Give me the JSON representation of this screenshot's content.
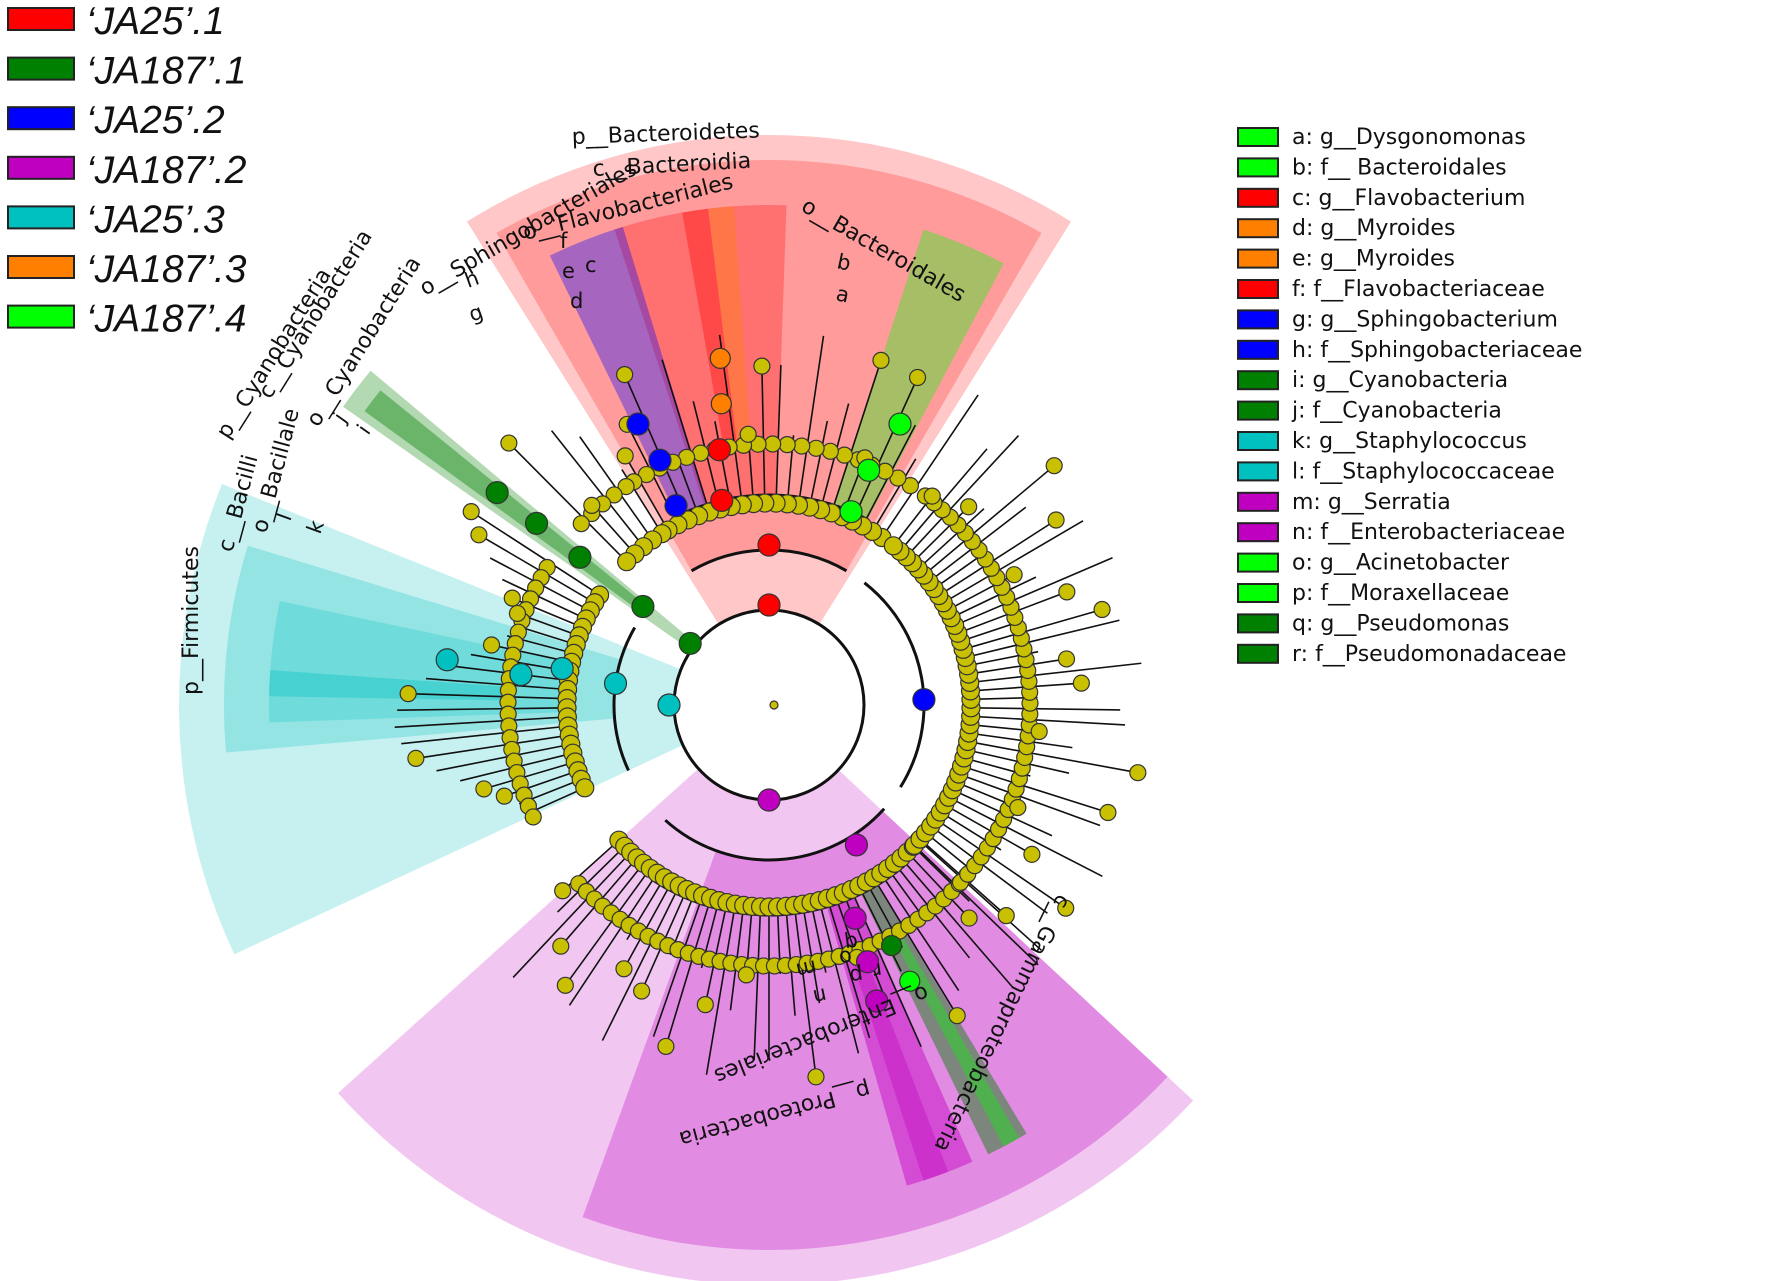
{
  "groups": [
    {
      "label": "‘JA25’.1",
      "color": "#ff0000"
    },
    {
      "label": "‘JA187’.1",
      "color": "#008000"
    },
    {
      "label": "‘JA25’.2",
      "color": "#0000ff"
    },
    {
      "label": "‘JA187’.2",
      "color": "#c000c0"
    },
    {
      "label": "‘JA25’.3",
      "color": "#00c0c0"
    },
    {
      "label": "‘JA187’.3",
      "color": "#ff8000"
    },
    {
      "label": "‘JA187’.4",
      "color": "#00ff00"
    }
  ],
  "taxa": [
    {
      "label": "a: g__Dysgonomonas",
      "color": "#00ff00"
    },
    {
      "label": "b: f__ Bacteroidales",
      "color": "#00ff00"
    },
    {
      "label": "c: g__Flavobacterium",
      "color": "#ff0000"
    },
    {
      "label": "d: g__Myroides",
      "color": "#ff8000"
    },
    {
      "label": "e: g__Myroides",
      "color": "#ff8000"
    },
    {
      "label": "f: f__Flavobacteriaceae",
      "color": "#ff0000"
    },
    {
      "label": "g: g__Sphingobacterium",
      "color": "#0000ff"
    },
    {
      "label": "h: f__Sphingobacteriaceae",
      "color": "#0000ff"
    },
    {
      "label": "i: g__Cyanobacteria",
      "color": "#008000"
    },
    {
      "label": "j: f__Cyanobacteria",
      "color": "#008000"
    },
    {
      "label": "k: g__Staphylococcus",
      "color": "#00c0c0"
    },
    {
      "label": "l: f__Staphylococcaceae",
      "color": "#00c0c0"
    },
    {
      "label": "m: g__Serratia",
      "color": "#c000c0"
    },
    {
      "label": "n: f__Enterobacteriaceae",
      "color": "#c000c0"
    },
    {
      "label": "o: g__Acinetobacter",
      "color": "#00ff00"
    },
    {
      "label": "p: f__Moraxellaceae",
      "color": "#00ff00"
    },
    {
      "label": "q: g__Pseudomonas",
      "color": "#008000"
    },
    {
      "label": "r: f__Pseudomonadaceae",
      "color": "#008000"
    }
  ],
  "clades": [
    {
      "key": "bacteroidetes",
      "text": "p__Bacteroidetes",
      "color": "#ff0000"
    },
    {
      "key": "bacteroidia",
      "text": "c__Bacteroidia",
      "color": "#ff0000"
    },
    {
      "key": "flavobacteriales",
      "text": "o__Flavobacteriales",
      "color": "#ff0000"
    },
    {
      "key": "sphingobacteriales",
      "text": "o__Sphingobacteriales",
      "color": "#0000ff"
    },
    {
      "key": "bacteroidales",
      "text": "o__Bacteroidales",
      "color": "#00ff00"
    },
    {
      "key": "p_cyanobacteria",
      "text": "p__Cyanobacteria",
      "color": "#008000"
    },
    {
      "key": "c_cyanobacteria",
      "text": "c__Cyanobacteria",
      "color": "#008000"
    },
    {
      "key": "o_cyanobacteria",
      "text": "o__Cyanobacteria",
      "color": "#008000"
    },
    {
      "key": "firmicutes",
      "text": "p__Firmicutes",
      "color": "#00c0c0"
    },
    {
      "key": "bacilli",
      "text": "c__Bacilli",
      "color": "#00c0c0"
    },
    {
      "key": "bacillale",
      "text": "o__Bacillale",
      "color": "#00c0c0"
    },
    {
      "key": "proteobacteria",
      "text": "p__Proteobacteria",
      "color": "#c000c0"
    },
    {
      "key": "gammaproteobacteria",
      "text": "c__Gammaproteobacteria",
      "color": "#c000c0"
    },
    {
      "key": "enterobacteriales",
      "text": "o__Enterobacteriales",
      "color": "#c000c0"
    }
  ],
  "clade_letters": [
    "a",
    "b",
    "c",
    "d",
    "e",
    "f",
    "g",
    "h",
    "i",
    "j",
    "k",
    "l",
    "m",
    "n",
    "o",
    "p",
    "q",
    "r"
  ],
  "node_color_default": "#c8c000"
}
